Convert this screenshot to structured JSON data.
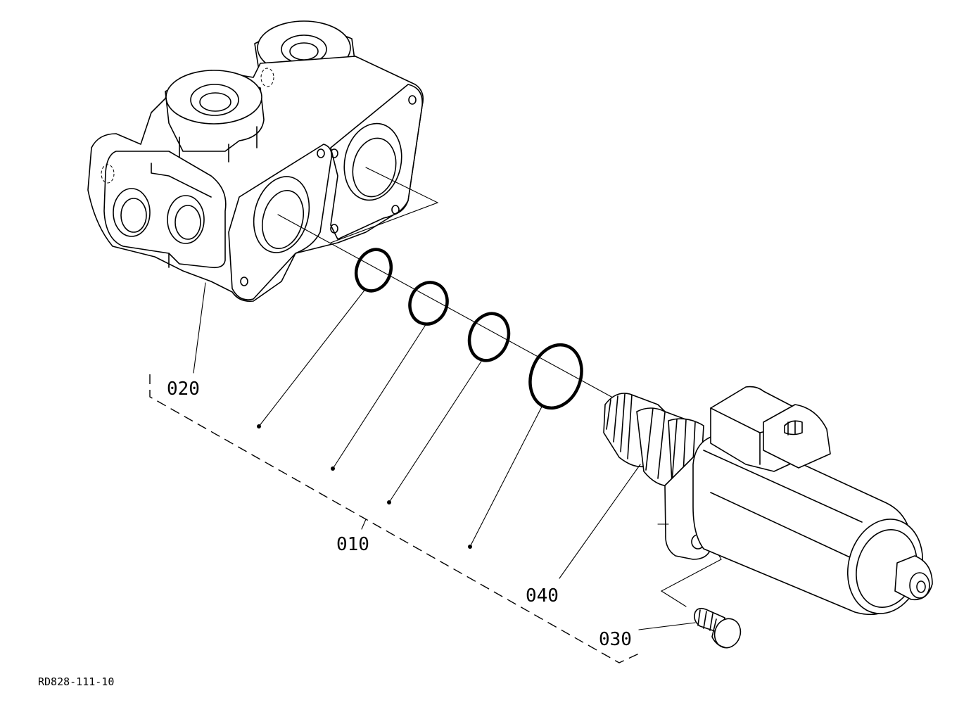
{
  "labels": {
    "part_020": "020",
    "part_010": "010",
    "part_040": "040",
    "part_030": "030"
  },
  "drawing_ref": "RD828-111-10"
}
